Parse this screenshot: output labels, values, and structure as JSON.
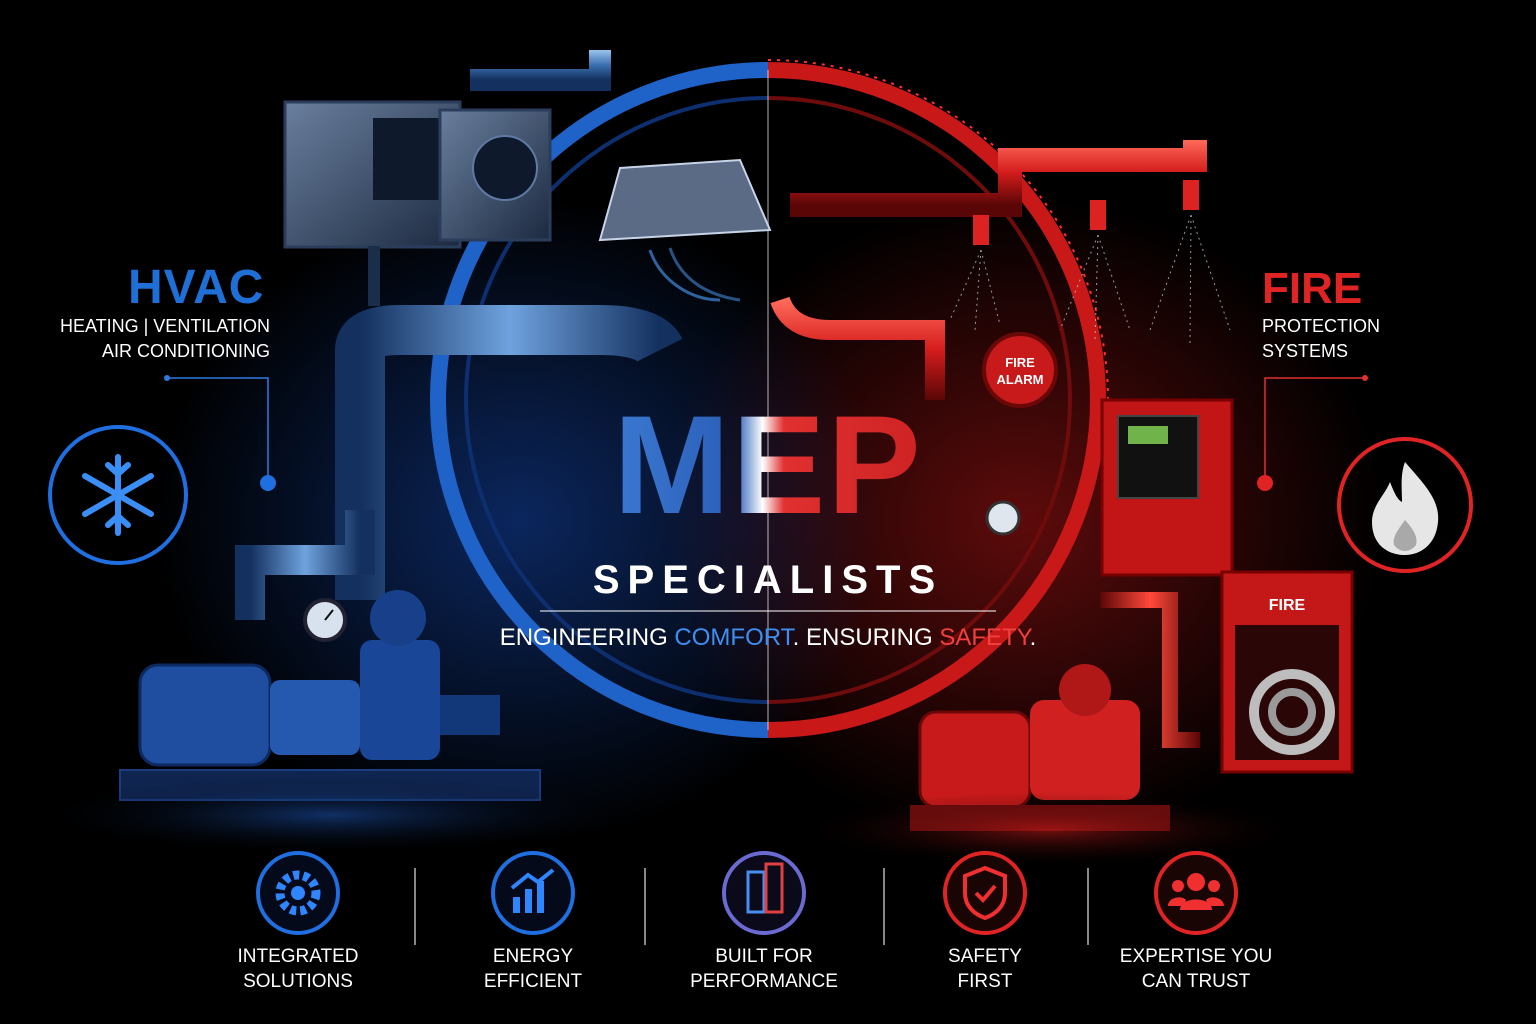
{
  "hvac": {
    "title": "HVAC",
    "line1": "HEATING | VENTILATION",
    "line2": "AIR CONDITIONING",
    "icon": "snowflake-icon",
    "color": "#1e6fd6"
  },
  "fire": {
    "title": "FIRE",
    "line1": "PROTECTION",
    "line2": "SYSTEMS",
    "icon": "flame-icon",
    "color": "#e02424"
  },
  "center": {
    "logo": "MEP",
    "subtitle": "SPECIALISTS",
    "tagline_a": "ENGINEERING ",
    "tagline_b": "COMFORT",
    "tagline_c": ". ENSURING ",
    "tagline_d": "SAFETY",
    "tagline_e": "."
  },
  "equipment": {
    "fire_alarm_line1": "FIRE",
    "fire_alarm_line2": "ALARM",
    "hose_cabinet": "FIRE"
  },
  "features": [
    {
      "line1": "INTEGRATED",
      "line2": "SOLUTIONS",
      "icon": "gear-icon"
    },
    {
      "line1": "ENERGY",
      "line2": "EFFICIENT",
      "icon": "growth-chart-icon"
    },
    {
      "line1": "BUILT FOR",
      "line2": "PERFORMANCE",
      "icon": "building-icon"
    },
    {
      "line1": "SAFETY",
      "line2": "FIRST",
      "icon": "shield-check-icon"
    },
    {
      "line1": "EXPERTISE YOU",
      "line2": "CAN TRUST",
      "icon": "team-icon"
    }
  ]
}
